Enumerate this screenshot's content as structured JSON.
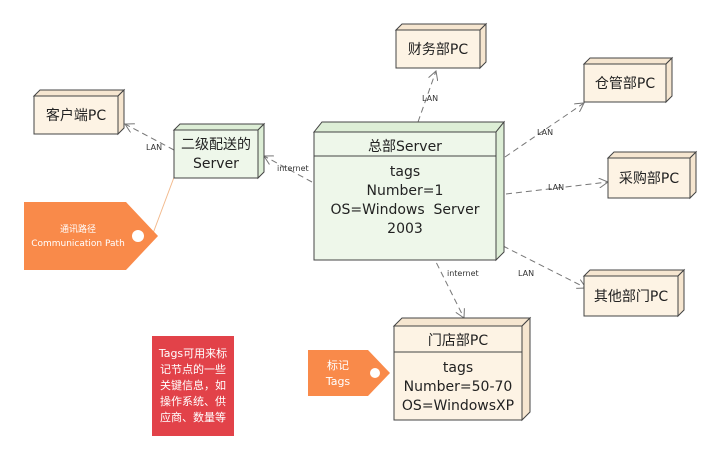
{
  "nodes": {
    "hq": {
      "title": "总部Server",
      "lines": [
        "tags",
        "Number=1",
        "OS=Windows  Server",
        "2003"
      ]
    },
    "finance": {
      "title": "财务部PC"
    },
    "warehouse": {
      "title": "仓管部PC"
    },
    "purchase": {
      "title": "采购部PC"
    },
    "other": {
      "title": "其他部门PC"
    },
    "store": {
      "title": "门店部PC",
      "lines": [
        "tags",
        "Number=50-70",
        "OS=WindowsXP"
      ]
    },
    "secondary": {
      "title_lines": [
        "二级配送的",
        "Server"
      ]
    },
    "client": {
      "title": "客户端PC"
    }
  },
  "edges": {
    "hq_finance": "LAN",
    "hq_warehouse": "LAN",
    "hq_purchase": "LAN",
    "hq_other": "LAN",
    "hq_store": "internet",
    "hq_secondary": "internet",
    "secondary_client": "LAN"
  },
  "callouts": {
    "communication_path": [
      "通讯路径",
      "Communication Path"
    ],
    "tag": [
      "标记",
      "Tags"
    ],
    "note": [
      "Tags可用来标",
      "记节点的一些",
      "关键信息，如",
      "操作系统、供",
      "应商、数量等"
    ]
  },
  "colors": {
    "green_node_fill": "#eef7ea",
    "cream_node_fill": "#fdf3e4",
    "node_stroke": "#444444",
    "callout_orange": "#f98a4a",
    "note_red": "#e24249",
    "line_gray": "#777777"
  }
}
